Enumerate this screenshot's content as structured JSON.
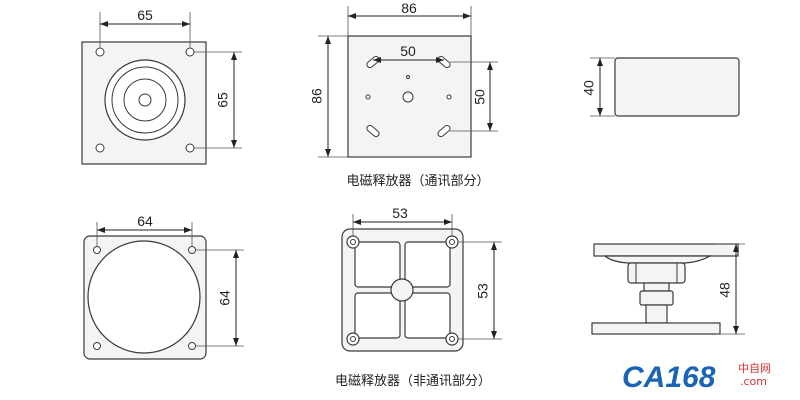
{
  "dimensions": {
    "top_left_width": "65",
    "top_left_height": "65",
    "top_mid_width": "86",
    "top_mid_height": "86",
    "top_mid_hole_width": "50",
    "top_mid_hole_height": "50",
    "top_right_height": "40",
    "bottom_left_width": "64",
    "bottom_left_height": "64",
    "bottom_mid_width": "53",
    "bottom_mid_height": "53",
    "bottom_right_height": "48"
  },
  "captions": {
    "top": "电磁释放器（通讯部分）",
    "bottom": "电磁释放器（非通讯部分）"
  },
  "logo": {
    "brand": "CA168",
    "suffix": "中自网",
    "domain": ".com"
  },
  "colors": {
    "logo_blue": "#1a64b3",
    "logo_red": "#d23232"
  }
}
